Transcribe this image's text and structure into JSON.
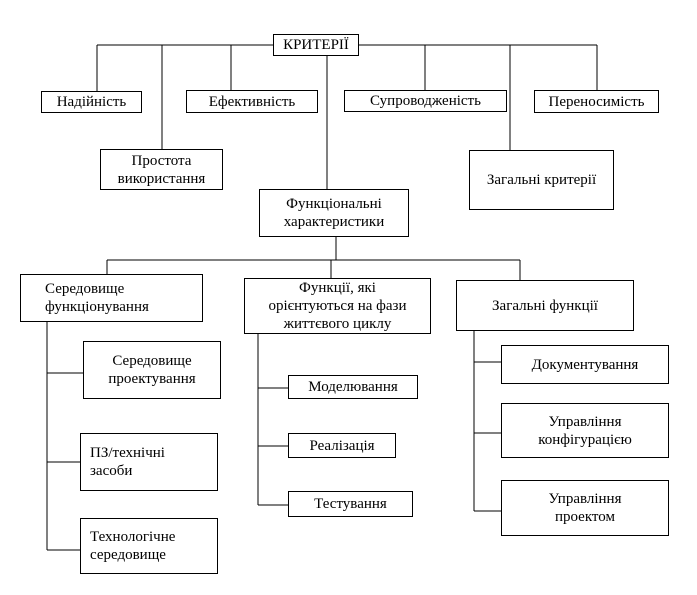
{
  "root": {
    "label": "КРИТЕРІЇ"
  },
  "criteria": {
    "reliability": "Надійність",
    "efficiency": "Ефективність",
    "maintainability": "Супроводженість",
    "portability": "Переносимість",
    "usability": "Простота\nвикористання",
    "general_criteria": "Загальні критерії",
    "functional": "Функціональні\nхарактеристики"
  },
  "groups": {
    "environment": {
      "title": "Середовище\nфункціонування",
      "items": [
        "Середовище\nпроектування",
        "ПЗ/технічні\nзасоби",
        "Технологічне\nсередовище"
      ]
    },
    "lifecycle": {
      "title": "Функції, які\nорієнтуються на фази\nжиттєвого циклу",
      "items": [
        "Моделювання",
        "Реалізація",
        "Тестування"
      ]
    },
    "general_functions": {
      "title": "Загальні функції",
      "items": [
        "Документування",
        "Управління\nконфігурацією",
        "Управління\nпроектом"
      ]
    }
  }
}
